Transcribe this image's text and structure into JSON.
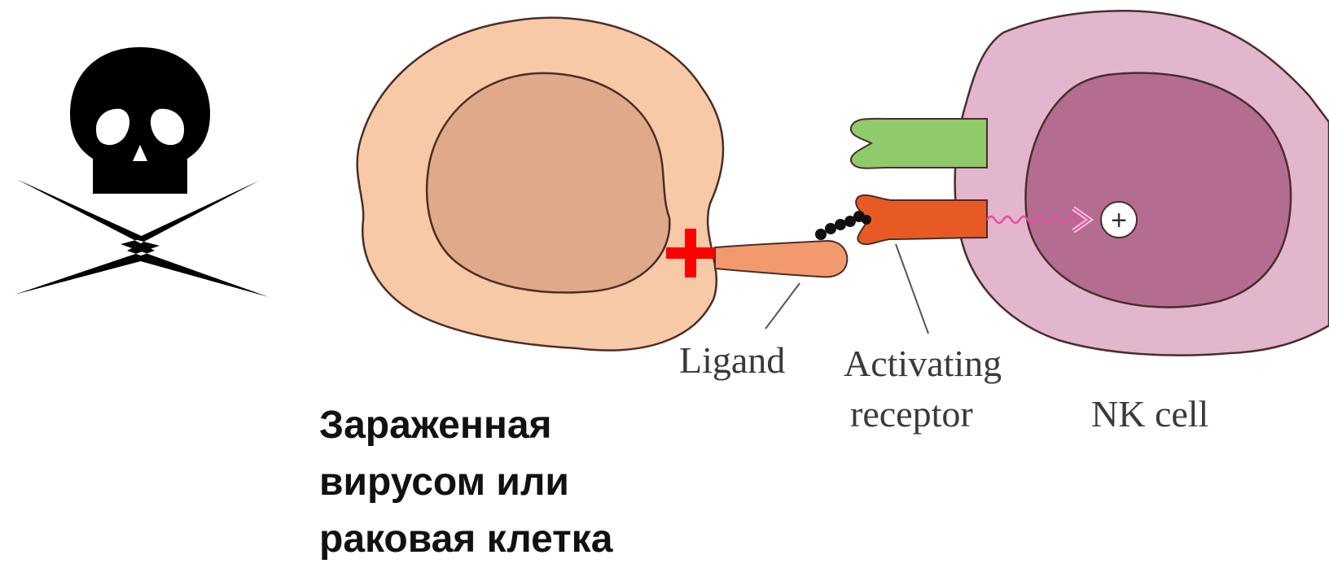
{
  "labels": {
    "ligand": "Ligand",
    "activating_receptor_line1": "Activating",
    "activating_receptor_line2": "receptor",
    "nk_cell": "NK cell",
    "plus_symbol": "+"
  },
  "caption": {
    "line1": "Зараженная",
    "line2": "вирусом или",
    "line3": "раковая клетка"
  },
  "icons": {
    "danger": "skull-crossed-lightning-icon",
    "activation_marker": "red-plus-icon",
    "signal": "activation-signal-icon"
  },
  "colors": {
    "target_cell_cytoplasm": "#f7c9a6",
    "target_cell_nucleus": "#e0a98a",
    "nk_cell_cytoplasm": "#e2b6cd",
    "nk_cell_nucleus": "#b46d91",
    "ligand": "#f29a6e",
    "activating_receptor": "#e85a23",
    "inhibitory_receptor": "#8fca6b",
    "signal": "#ea4c9f",
    "plus_marker": "#ff0000"
  }
}
